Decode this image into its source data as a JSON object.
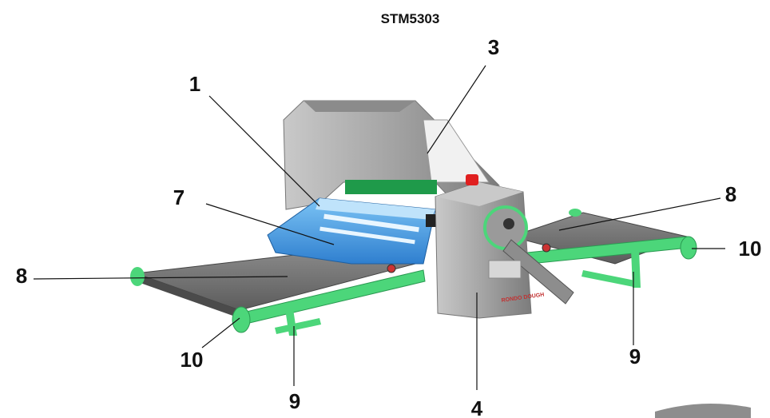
{
  "title": "STM5303",
  "callouts": [
    "1",
    "3",
    "7",
    "8",
    "8",
    "10",
    "10",
    "9",
    "9",
    "4"
  ],
  "brand_text": "RONDO DOUGH",
  "colors": {
    "belt": "#6e6e6e",
    "frame_green": "#4cd67a",
    "roller_blue": "#4aa0e6",
    "housing_grey": "#a9a9a9",
    "stop_button": "#e02020"
  }
}
